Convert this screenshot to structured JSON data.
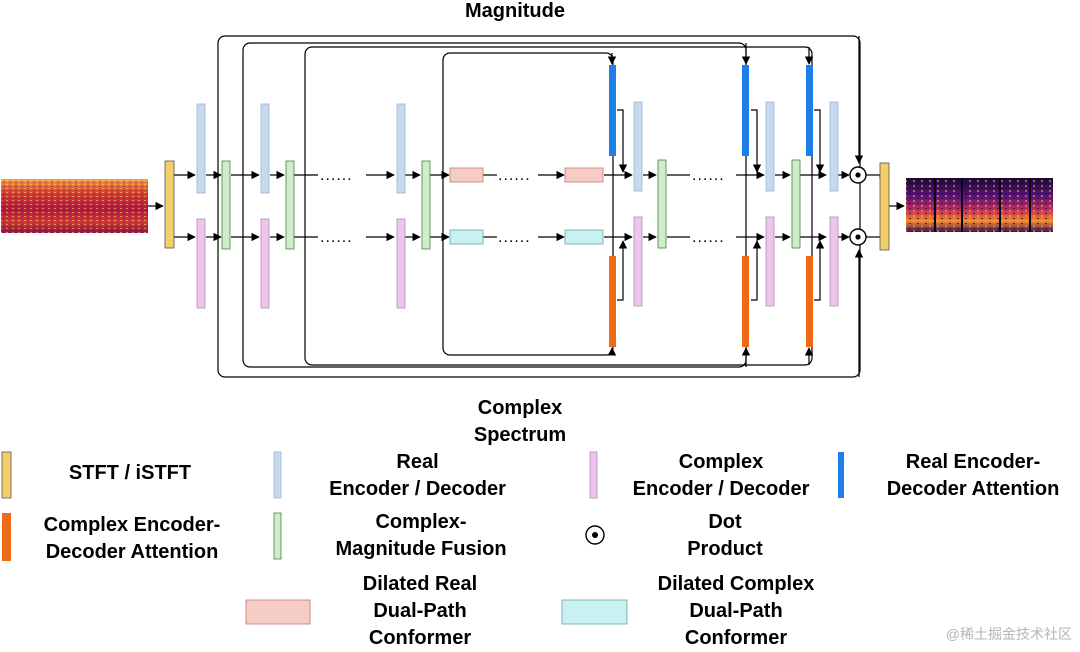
{
  "diagram": {
    "top_label": "Magnitude",
    "bottom_label": [
      "Complex",
      "Spectrum"
    ]
  },
  "legend": {
    "stft": "STFT / iSTFT",
    "real_encoder": [
      "Real",
      "Encoder / Decoder"
    ],
    "complex_encoder": [
      "Complex",
      "Encoder / Decoder"
    ],
    "real_attention": [
      "Real Encoder-",
      "Decoder Attention"
    ],
    "complex_attention": [
      "Complex Encoder-",
      "Decoder Attention"
    ],
    "fusion": [
      "Complex-",
      "Magnitude Fusion"
    ],
    "dot_product": [
      "Dot",
      "Product"
    ],
    "dilated_real": [
      "Dilated Real",
      "Dual-Path",
      "Conformer"
    ],
    "dilated_complex": [
      "Dilated Complex",
      "Dual-Path",
      "Conformer"
    ]
  },
  "colors": {
    "stft": "#f2cf6b",
    "real_encoder": "#c7d9ef",
    "complex_encoder": "#ecc6ee",
    "real_attention": "#1f7fe8",
    "complex_attention": "#ef6a16",
    "fusion": "#cdeec8",
    "dilated_real": "#f6cdc6",
    "dilated_complex": "#c8f1f1"
  },
  "watermark": "@稀土掘金技术社区"
}
